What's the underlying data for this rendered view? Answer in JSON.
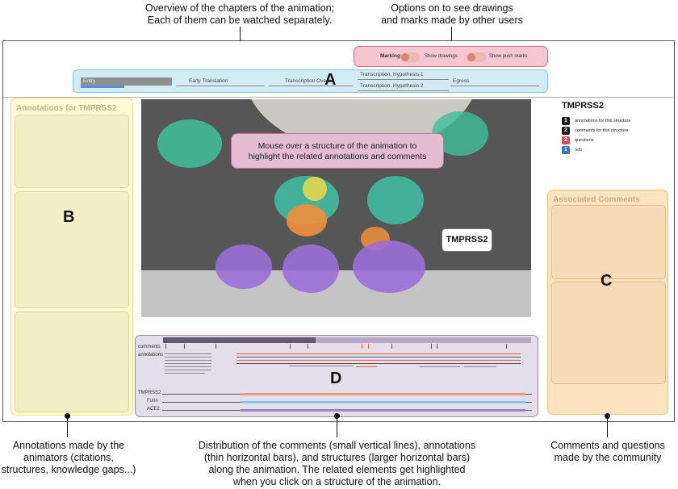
{
  "callouts": {
    "top_left": [
      "Overview of the chapters of the animation;",
      "Each of them can be watched separately."
    ],
    "top_right": [
      "Options on to see drawings",
      "and marks made by other users"
    ],
    "bottom_left": [
      "Annotations made by the",
      "animators (citations,",
      "structures, knowledge gaps...)"
    ],
    "bottom_center": [
      "Distribution of the comments (small vertical lines), annotations",
      "(thin horizontal bars), and structures (larger horizontal bars)",
      "along the animation. The related elements get highlighted",
      "when you click on a structure of the animation."
    ],
    "bottom_right": [
      "Comments and questions",
      "made by the community"
    ]
  },
  "letters": {
    "a": "A",
    "b": "B",
    "c": "C",
    "d": "D"
  },
  "markings": {
    "title": "Markings",
    "toggle_drawings": "Show drawings",
    "toggle_push": "Show push marks"
  },
  "chapters": [
    "Entry",
    "Early Translation",
    "Transcription Overv",
    "Transcription, Hypothesis 1",
    "Transcription, Hypothesis 2",
    "Egress"
  ],
  "annotations_panel": {
    "title": "Annotations for TMPRSS2"
  },
  "video": {
    "hint": [
      "Mouse over a structure of the animation to",
      "highlight the related annotations and comments"
    ],
    "label": "TMPRSS2"
  },
  "legend": {
    "title": "TMPRSS2",
    "items": [
      {
        "count": "1",
        "label": "annotations for this structure",
        "color": "#1a1a1a"
      },
      {
        "count": "2",
        "label": "comments for this structure",
        "color": "#1a1a1a"
      },
      {
        "count": "2",
        "label": "questions",
        "color": "#d04e63"
      },
      {
        "count": "1",
        "label": "refs",
        "color": "#3f6fb5"
      }
    ]
  },
  "comments_panel": {
    "title": "Associated Comments"
  },
  "distribution": {
    "row_comments": "comments",
    "row_annotations": "annotations",
    "structures": [
      {
        "name": "TMPRSS2",
        "color": "#e3a07f"
      },
      {
        "name": "Furin",
        "color": "#8cc3dc"
      },
      {
        "name": "ACE2",
        "color": "#a57fc4"
      }
    ],
    "comment_color": "#555555",
    "highlight_color": "#e0643a"
  }
}
